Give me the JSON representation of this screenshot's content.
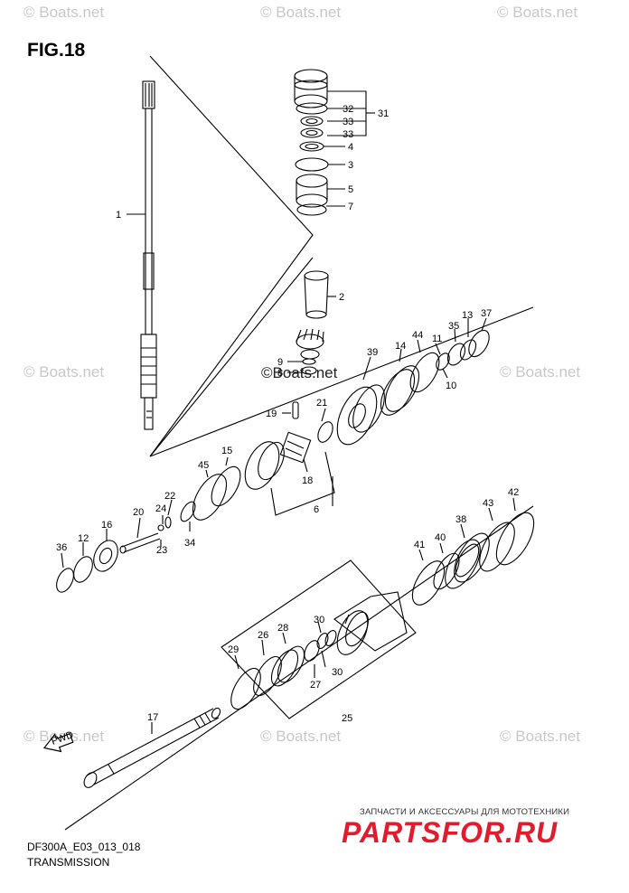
{
  "figure": {
    "title": "FIG.18",
    "code": "DF300A_E03_013_018",
    "name": "TRANSMISSION",
    "fwd_label": "FWD"
  },
  "watermarks": {
    "text": "© Boats.net",
    "center_text": "©Boats.net"
  },
  "ad": {
    "text": "ЗАПЧАСТИ И АКСЕССУАРЫ ДЛЯ МОТОТЕХНИКИ",
    "logo": "PARTSFOR.RU",
    "logo_color": "#e21b2d"
  },
  "callouts": [
    "1",
    "2",
    "3",
    "4",
    "5",
    "6",
    "7",
    "8",
    "9",
    "10",
    "11",
    "12",
    "13",
    "14",
    "15",
    "16",
    "17",
    "18",
    "19",
    "20",
    "21",
    "22",
    "23",
    "24",
    "25",
    "26",
    "27",
    "28",
    "29",
    "30",
    "30",
    "30",
    "31",
    "32",
    "33",
    "33",
    "34",
    "35",
    "36",
    "37",
    "38",
    "39",
    "40",
    "41",
    "42",
    "43",
    "44",
    "45"
  ]
}
